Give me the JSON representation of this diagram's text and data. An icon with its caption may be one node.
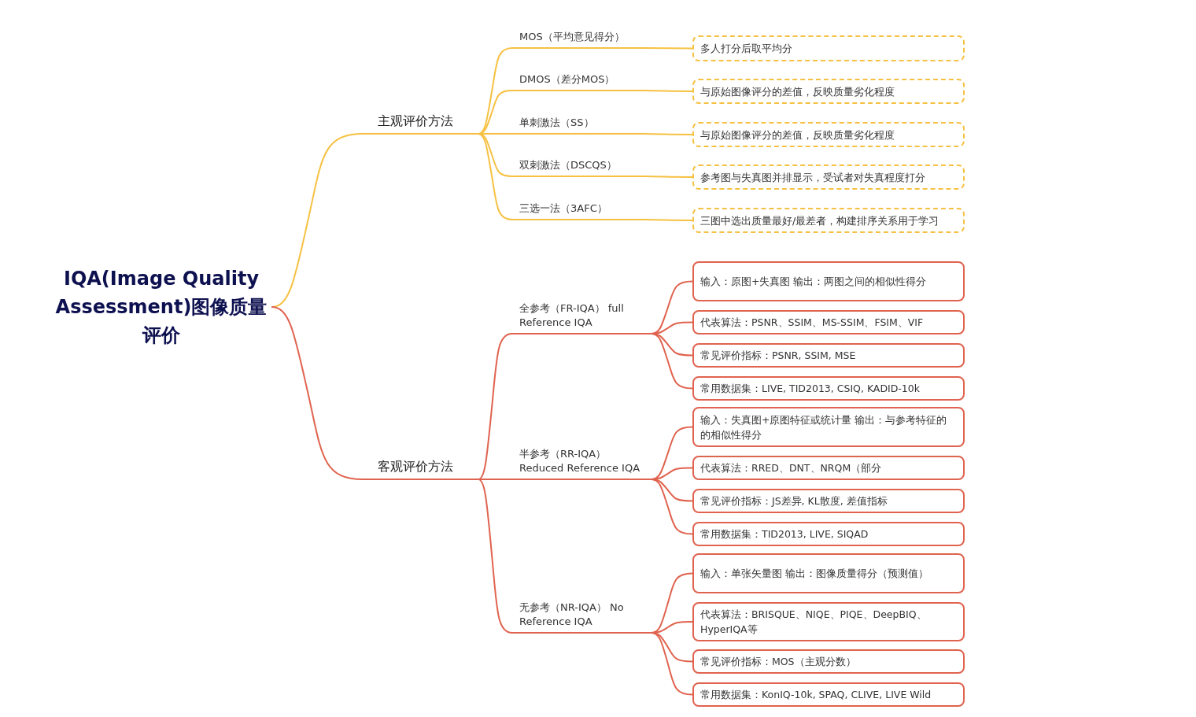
{
  "diagram": {
    "nodes": [
      {
        "text": [
          "IQA(Image Quality Assessment)图像质量评价"
        ]
      },
      {
        "text": [
          "主观评价方法"
        ]
      },
      {
        "text": [
          "MOS（平均意见得分）"
        ]
      },
      {
        "text": [
          "DMOS（差分MOS）"
        ]
      },
      {
        "text": [
          "单刺激法（SS）"
        ]
      },
      {
        "text": [
          "双刺激法（DSCQS）"
        ]
      },
      {
        "text": [
          "三选一法（3AFC）"
        ]
      },
      {
        "text": [
          "多人打分后取平均分"
        ]
      },
      {
        "text": [
          "与原始图像评分的差值，反映质量劣化程度"
        ]
      },
      {
        "text": [
          "与原始图像评分的差值，反映质量劣化程度"
        ]
      },
      {
        "text": [
          "参考图与失真图并排显示，受试者对失真程度打分"
        ]
      },
      {
        "text": [
          "三图中选出质量最好/最差者，构建排序关系用于学习"
        ]
      },
      {
        "text": [
          "客观评价方法"
        ]
      },
      {
        "text": [
          "全参考（FR-IQA） full Reference IQA"
        ]
      },
      {
        "text": [
          "输入：原图+失真图 输出：两图之间的相似性得分"
        ]
      },
      {
        "text": [
          "代表算法：PSNR、SSIM、MS-SSIM、FSIM、VIF"
        ]
      },
      {
        "text": [
          "常见评价指标：PSNR, SSIM, MSE"
        ]
      },
      {
        "text": [
          "常用数据集：LIVE, TID2013, CSIQ, KADID-10k"
        ]
      },
      {
        "text": [
          "半参考（RR-IQA） Reduced Reference IQA"
        ]
      },
      {
        "text": [
          "输入：失真图+原图特征或统计量 输出：与参考特征的的相似性得分"
        ]
      },
      {
        "text": [
          "代表算法：RRED、DNT、NRQM（部分"
        ]
      },
      {
        "text": [
          "常见评价指标：JS差异, KL散度, 差值指标"
        ]
      },
      {
        "text": [
          "常用数据集：TID2013, LIVE, SIQAD"
        ]
      },
      {
        "text": [
          "无参考（NR-IQA） No Reference IQA"
        ]
      },
      {
        "text": [
          "输入：单张矢量图 输出：图像质量得分（预测值）"
        ]
      },
      {
        "text": [
          "代表算法：BRISQUE、NIQE、PIQE、DeepBIQ、HyperIQA等"
        ]
      },
      {
        "text": [
          "常见评价指标：MOS（主观分数）"
        ]
      },
      {
        "text": [
          "常用数据集：KonIQ-10k, SPAQ, CLIVE, LIVE Wild"
        ]
      }
    ],
    "edges": [
      {
        "from": 0,
        "to": 1,
        "arrow": "none",
        "color": "#f6c142"
      },
      {
        "from": 0,
        "to": 12,
        "arrow": "none"
      },
      {
        "from": 1,
        "to": 2,
        "arrow": "none",
        "color": "#f6c142"
      },
      {
        "from": 1,
        "to": 3,
        "arrow": "none",
        "color": "#f6c142"
      },
      {
        "from": 1,
        "to": 4,
        "arrow": "none",
        "color": "#f6c142"
      },
      {
        "from": 1,
        "to": 5,
        "arrow": "none",
        "color": "#f6c142"
      },
      {
        "from": 1,
        "to": 6,
        "arrow": "none",
        "color": "#f6c142"
      },
      {
        "from": 2,
        "to": 7,
        "arrow": "none",
        "color": "#f6c142"
      },
      {
        "from": 3,
        "to": 8,
        "arrow": "none",
        "color": "#f6c142"
      },
      {
        "from": 4,
        "to": 9,
        "arrow": "none",
        "color": "#f6c142"
      },
      {
        "from": 5,
        "to": 10,
        "arrow": "none",
        "color": "#f6c142"
      },
      {
        "from": 6,
        "to": 11,
        "arrow": "none",
        "color": "#f6c142"
      },
      {
        "from": 12,
        "to": 13,
        "arrow": "none"
      },
      {
        "from": 12,
        "to": 18,
        "arrow": "none"
      },
      {
        "from": 12,
        "to": 23,
        "arrow": "none"
      },
      {
        "from": 13,
        "to": 14,
        "arrow": "none"
      },
      {
        "from": 13,
        "to": 15,
        "arrow": "none"
      },
      {
        "from": 13,
        "to": 16,
        "arrow": "none"
      },
      {
        "from": 13,
        "to": 17,
        "arrow": "none"
      },
      {
        "from": 18,
        "to": 19,
        "arrow": "none"
      },
      {
        "from": 18,
        "to": 20,
        "arrow": "none"
      },
      {
        "from": 18,
        "to": 21,
        "arrow": "none"
      },
      {
        "from": 18,
        "to": 22,
        "arrow": "none"
      },
      {
        "from": 23,
        "to": 24,
        "arrow": "none"
      },
      {
        "from": 23,
        "to": 25,
        "arrow": "none"
      },
      {
        "from": 23,
        "to": 26,
        "arrow": "none"
      },
      {
        "from": 23,
        "to": 27,
        "arrow": "none"
      }
    ]
  }
}
